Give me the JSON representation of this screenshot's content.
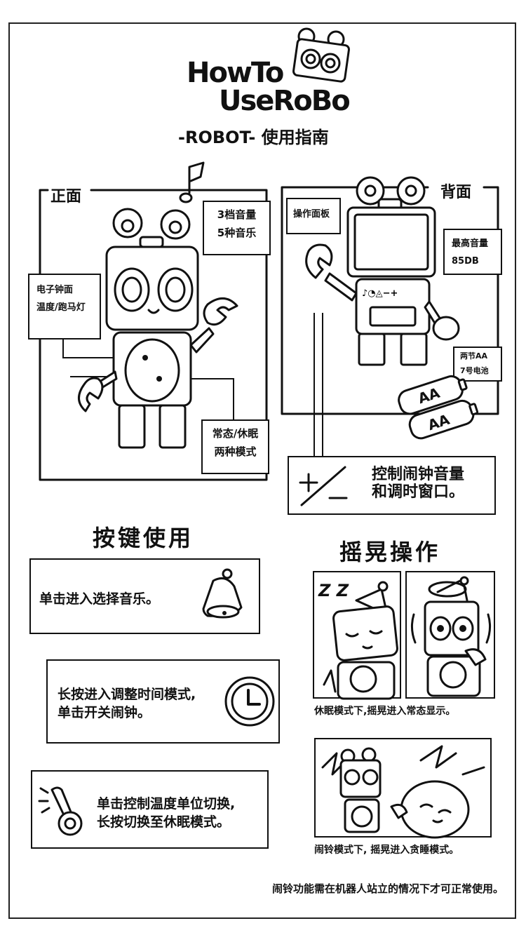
{
  "header": {
    "title_line1": "HowTo",
    "title_line2": "UseRoBo",
    "subtitle": "-ROBOT- 使用指南"
  },
  "front": {
    "label": "正面",
    "volume_lines": [
      "3档音量",
      "5种音乐"
    ],
    "clock_lines": [
      "电子钟面",
      "温度/跑马灯"
    ],
    "mode_lines": [
      "常态/休眠",
      "两种模式"
    ]
  },
  "back": {
    "label": "背面",
    "panel_label": "操作面板",
    "max_volume_lines": [
      "最高音量",
      "85DB"
    ],
    "battery_lines": [
      "两节AA",
      "7号电池"
    ],
    "battery_text": "AA",
    "control_lines": [
      "控制闹钟音量",
      "和调时窗口。"
    ]
  },
  "buttons": {
    "heading": "按键使用",
    "items": [
      {
        "lines": [
          "单击进入选择音乐。"
        ],
        "icon": "bell-icon"
      },
      {
        "lines": [
          "长按进入调整时间模式,",
          "单击开关闹钟。"
        ],
        "icon": "clock-icon"
      },
      {
        "lines": [
          "单击控制温度单位切换,",
          "长按切换至休眠模式。"
        ],
        "icon": "key-icon"
      }
    ]
  },
  "shake": {
    "heading": "摇晃操作",
    "caption1": "休眠模式下,摇晃进入常态显示。",
    "caption2": "闹铃模式下, 摇晃进入贪睡模式。",
    "zzz": "Z Z"
  },
  "footer": {
    "note": "闹铃功能需在机器人站立的情况下才可正常使用。"
  },
  "colors": {
    "ink": "#111111",
    "paper": "#ffffff"
  }
}
